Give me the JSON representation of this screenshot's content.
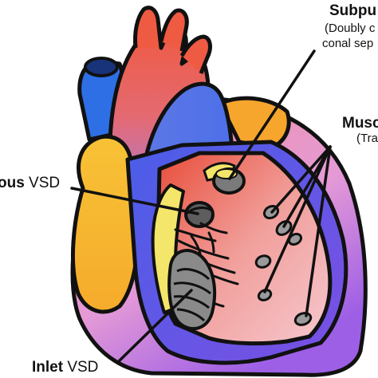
{
  "labels": {
    "subpulmonary": {
      "title": "Subpu",
      "note_line1": "(Doubly c",
      "note_line2": "conal sep"
    },
    "muscular": {
      "title": "Musc",
      "note": "(Tra"
    },
    "perimembranous": {
      "title_bold": "ous",
      "suffix": " VSD"
    },
    "inlet": {
      "title_bold": "Inlet",
      "suffix": " VSD"
    }
  },
  "colors": {
    "outline": "#111111",
    "aorta_red": "#e8523f",
    "blue_vessel": "#3d67e8",
    "orange_atrium": "#f7b731",
    "purple_ventricle": "#9b4fd6",
    "pink_septum": "#f0a3a0",
    "light_yellow": "#f4e66a",
    "defect_gray": "#7a7a7a"
  }
}
